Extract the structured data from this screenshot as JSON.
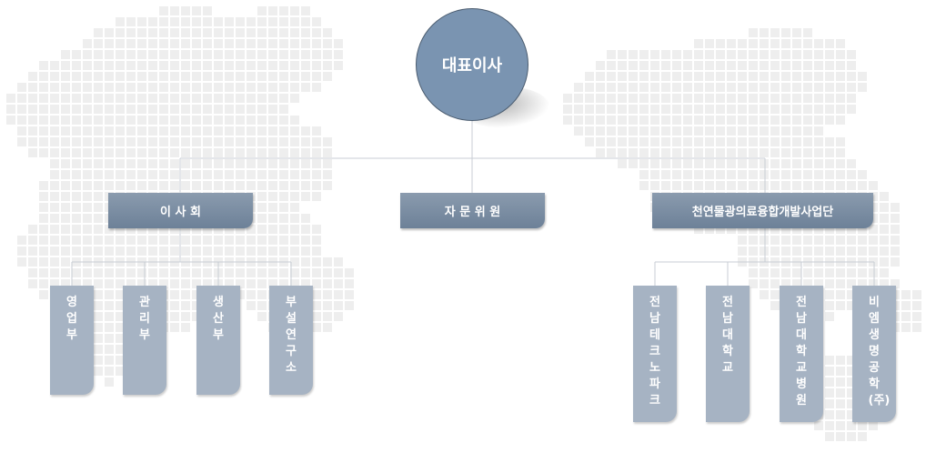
{
  "ceo": {
    "label": "대표이사"
  },
  "mid_nodes": [
    {
      "label": "이 사 회"
    },
    {
      "label": "자 문 위 원"
    },
    {
      "label": "천연물광의료융합개발사업단"
    }
  ],
  "left_depts": [
    {
      "label": "영업부"
    },
    {
      "label": "관리부"
    },
    {
      "label": "생산부"
    },
    {
      "label": "부설연구소"
    }
  ],
  "right_depts": [
    {
      "label": "전남테크노파크"
    },
    {
      "label": "전남대학교"
    },
    {
      "label": "전남대학교병원"
    },
    {
      "label": "비엠생명공학(주)"
    }
  ],
  "colors": {
    "ceo_fill": "#7a94b1",
    "mid_fill": "#7689a0",
    "dept_fill": "#a6b3c3",
    "connector": "#c8cdd4",
    "map_dots": "#eeeeee"
  }
}
